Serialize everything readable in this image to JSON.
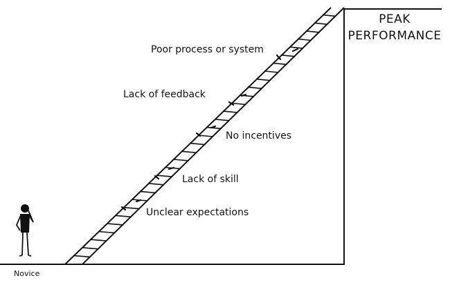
{
  "diagram": {
    "peak_label_line1": "PEAK",
    "peak_label_line2": "PERFORMANCE",
    "novice_label": "Novice",
    "obstacles": [
      "Poor process or system",
      "Lack of feedback",
      "No incentives",
      "Lack of skill",
      "Unclear expectations"
    ]
  }
}
